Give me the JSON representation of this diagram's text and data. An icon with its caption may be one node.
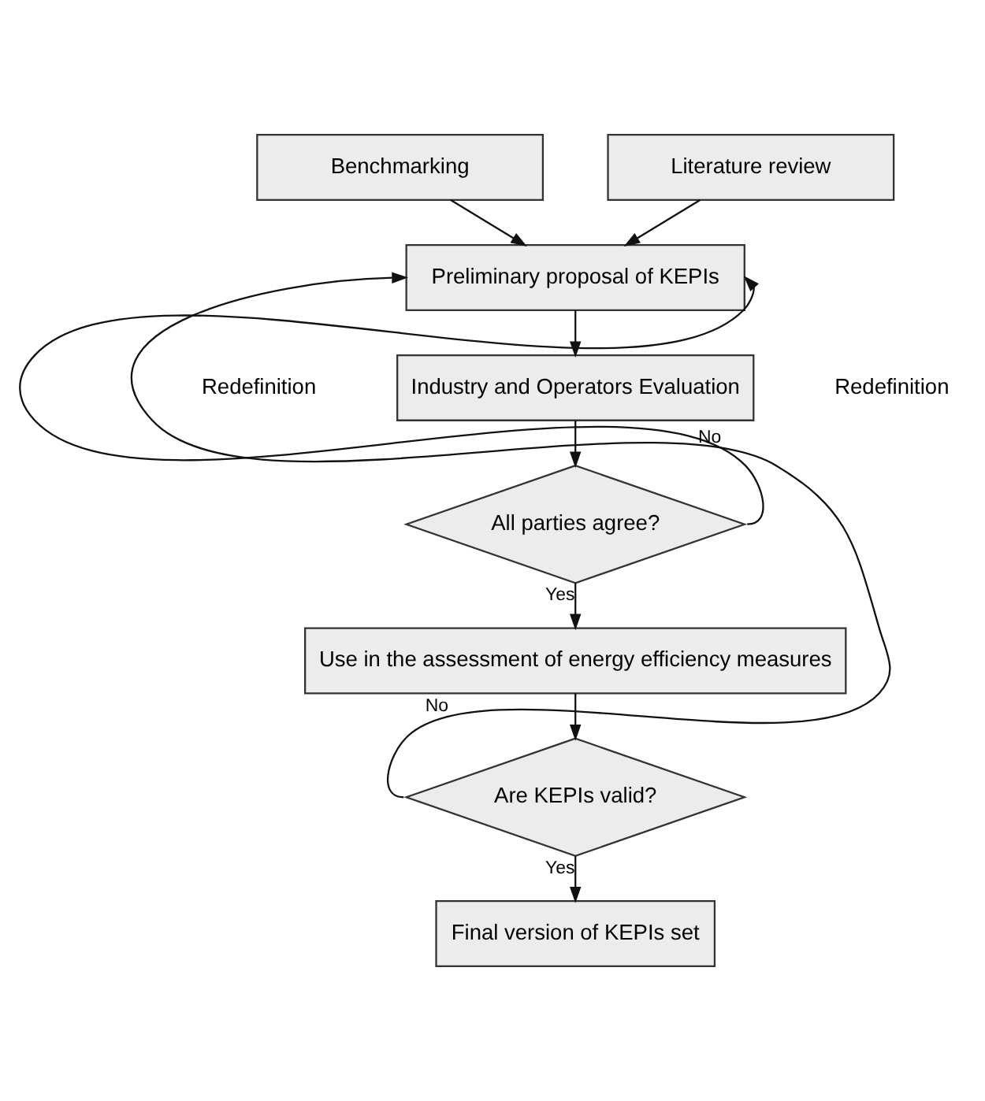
{
  "diagram": {
    "nodes": [
      {
        "text": [
          "Benchmarking"
        ]
      },
      {
        "text": [
          "Literature review"
        ]
      },
      {
        "text": [
          "Preliminary proposal of KEPIs"
        ]
      },
      {
        "text": [
          "Industry and Operators Evaluation"
        ]
      },
      {
        "text": [
          "All parties agree?"
        ]
      },
      {
        "text": [
          "Use in the assessment of energy efficiency measures"
        ]
      },
      {
        "text": [
          "Are KEPIs valid?"
        ]
      },
      {
        "text": [
          "Final version of KEPIs set"
        ]
      }
    ],
    "edges": [
      {
        "from": 0,
        "to": 2,
        "arrow": "to"
      },
      {
        "from": 1,
        "to": 2,
        "arrow": "to"
      },
      {
        "from": 2,
        "to": 3,
        "arrow": "to"
      },
      {
        "from": 3,
        "to": 4,
        "arrow": "to"
      },
      {
        "from": 4,
        "to": 5,
        "arrow": "to",
        "label": "Yes"
      },
      {
        "from": 4,
        "to": 2,
        "arrow": "to",
        "label": "No"
      },
      {
        "from": 5,
        "to": 6,
        "arrow": "to"
      },
      {
        "from": 6,
        "to": 7,
        "arrow": "to",
        "label": "Yes"
      },
      {
        "from": 6,
        "to": 2,
        "arrow": "to",
        "label": "No"
      }
    ],
    "labels": [
      "Redefinition",
      "Redefinition"
    ]
  }
}
